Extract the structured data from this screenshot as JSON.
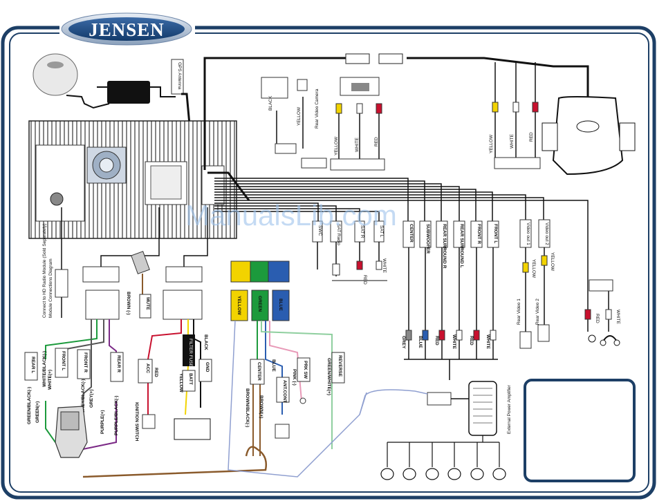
{
  "brand": "JENSEN",
  "watermark": "ManualsLib.com",
  "colors": {
    "frame": "#1d3f66",
    "accent": "#9ec3ec"
  },
  "top_labels": {
    "gps_antenna": "GPS Antenna",
    "black": "BLACK",
    "yellow": "YELLOW",
    "rear_video_camera": "Rear Video Camera"
  },
  "rca_labels": {
    "yellow": "YELLOW",
    "white": "WHITE",
    "red": "RED"
  },
  "side_note": "Connect to HD Radio Module (Sold Separately)\nModule Connections Diagram",
  "connector_tags": {
    "swc": "SWC",
    "sat_radio": "SAT Radio",
    "sat_r": "SAT R",
    "sat_l": "SAT L",
    "center": "CENTER",
    "subwoofer": "SUBWOOFER",
    "rear_surround_r": "REAR SURROUND R",
    "rear_surround_l": "REAR SURROUND L",
    "front_r": "FRONT R",
    "front_l": "FRONT L",
    "video_out_1": "Video out 1",
    "video_out_2": "Video out 2"
  },
  "pre_out_colors": [
    "GREY",
    "BLUE",
    "RED",
    "WHITE",
    "RED",
    "WHITE"
  ],
  "rear_video": [
    "Rear Video 1",
    "Rear Video 2"
  ],
  "ext_amp": "External Power Amplifier",
  "left_harness": {
    "rear_l": "REAR L",
    "front_l": "FRONT L",
    "front_r": "FRONT R",
    "rear_r": "REAR R",
    "green_black": "GREEN/BLACK(-)",
    "green": "GREEN(+)",
    "white_black": "WHITE/BLACK(-)",
    "white": "WHITE(+)",
    "grey_black": "GREY/BLACK(-)",
    "grey": "GREY(+)",
    "purple": "PURPLE(+)",
    "purple_black": "PURPLE/BLACK(-)"
  },
  "mid_harness": {
    "brown": "BROWN (-)",
    "mute": "MUTE",
    "acc": "ACC",
    "red": "RED",
    "yellow": "YELLOW",
    "batt": "BATT",
    "black": "BLACK",
    "gnd": "GND",
    "fuse": "FILTER FUSE 15A",
    "ignition": "IGNITION SWITCH"
  },
  "iso_blocks": {
    "yellow": "YELLOW",
    "green": "GREEN",
    "blue": "BLUE"
  },
  "right_harness": {
    "center": "CENTER",
    "brown_black": "BROWN/BLACK(-)",
    "brown": "BROWN(+)",
    "blue": "BLUE",
    "ant_cont": "ANT.CONT",
    "pink": "PINK (-)",
    "prk_sw": "PRK SW",
    "green_white": "GREEN/WHITE(+)",
    "reverse": "REVERSE"
  },
  "headphone": {
    "red": "RED",
    "white": "WHITE"
  }
}
